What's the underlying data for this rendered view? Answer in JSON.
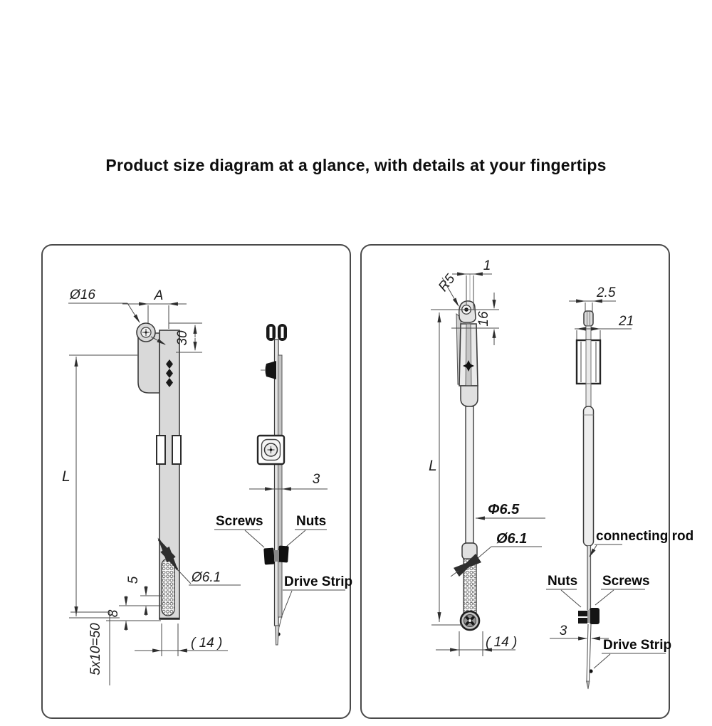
{
  "page": {
    "title": "Product size diagram at a glance, with details at your fingertips"
  },
  "colors": {
    "line": "#3b3b3b",
    "part_fill": "#d9d9d9",
    "panel_border": "#4a4a4a",
    "text": "#0d0d0d"
  },
  "left_panel": {
    "front_view": {
      "head_diameter": "Ø16",
      "width_label": "A",
      "head_height": "30",
      "length_label": "L",
      "hole_diameter": "Ø6.1",
      "pitch": "5",
      "end_offset": "8",
      "slot_spec": "5x10=50",
      "foot_width": "( 14 )"
    },
    "side_view": {
      "thickness": "3",
      "screws": "Screws",
      "nuts": "Nuts",
      "drive_strip": "Drive Strip"
    }
  },
  "right_panel": {
    "front_view": {
      "tip_width": "1",
      "radius": "R5",
      "head_height": "16",
      "length_label": "L",
      "rod_diameter": "Φ6.5",
      "hole_diameter": "Ø6.1",
      "foot_width": "( 14 )"
    },
    "side_view": {
      "tip_width": "2.5",
      "bracket_width": "21",
      "connecting_rod": "connecting rod",
      "nuts": "Nuts",
      "screws": "Screws",
      "thickness": "3",
      "drive_strip": "Drive Strip"
    }
  }
}
